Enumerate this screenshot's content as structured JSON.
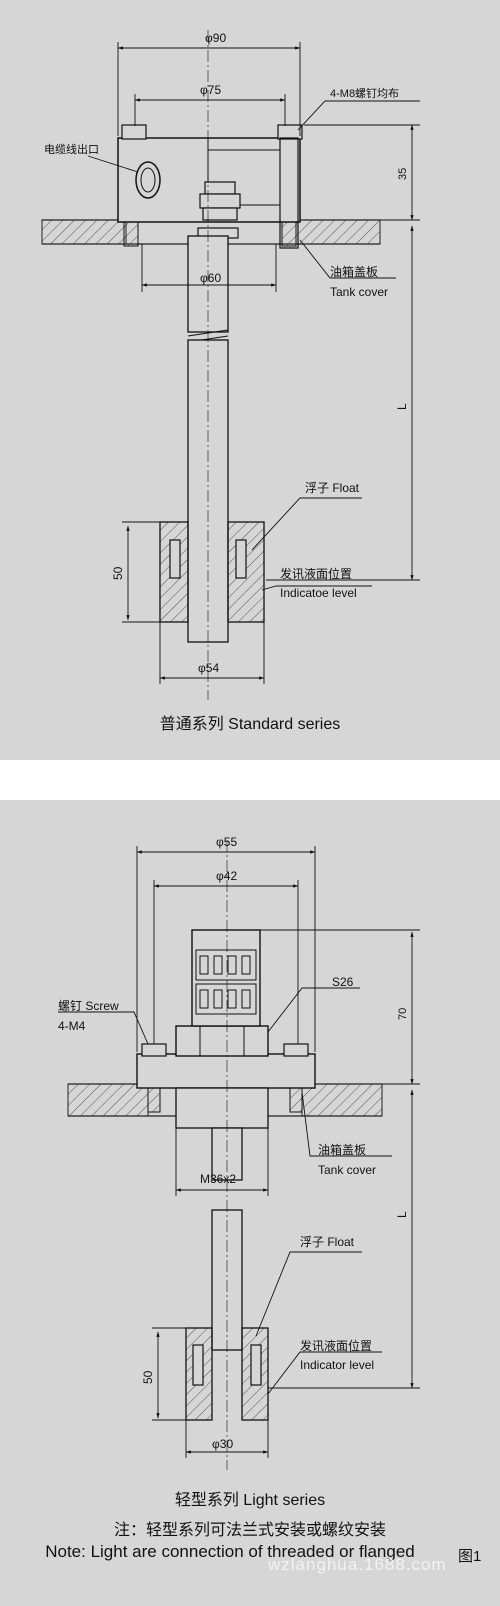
{
  "standard": {
    "dim_outer": "φ90",
    "dim_bolt_circle": "φ75",
    "bolt_spec": "4-M8螺钉均布",
    "cable_outlet": "电缆线出口",
    "dim_height": "35",
    "dim_rod": "φ60",
    "tank_cover_cn": "油箱盖板",
    "tank_cover_en": "Tank cover",
    "length": "L",
    "float_label": "浮子  Float",
    "float_height": "50",
    "level_cn": "发讯液面位置",
    "level_en": "Indicatoe level",
    "float_dia": "φ54",
    "caption": "普通系列  Standard series"
  },
  "light": {
    "dim_outer": "φ55",
    "dim_bolt_circle": "φ42",
    "hex_size": "S26",
    "screw_label": "螺钉  Screw",
    "screw_spec": "4-M4",
    "dim_height": "70",
    "thread": "M36x2",
    "tank_cover_cn": "油箱盖板",
    "tank_cover_en": "Tank cover",
    "length": "L",
    "float_label": "浮子  Float",
    "float_height": "50",
    "level_cn": "发讯液面位置",
    "level_en": "Indicator level",
    "float_dia": "φ30",
    "caption": "轻型系列    Light series"
  },
  "note_cn": "注：轻型系列可法兰式安装或螺纹安装",
  "note_en": "Note: Light are connection of threaded or flanged",
  "figure_label": "图1",
  "watermark": "wzlanghua.1688.com"
}
